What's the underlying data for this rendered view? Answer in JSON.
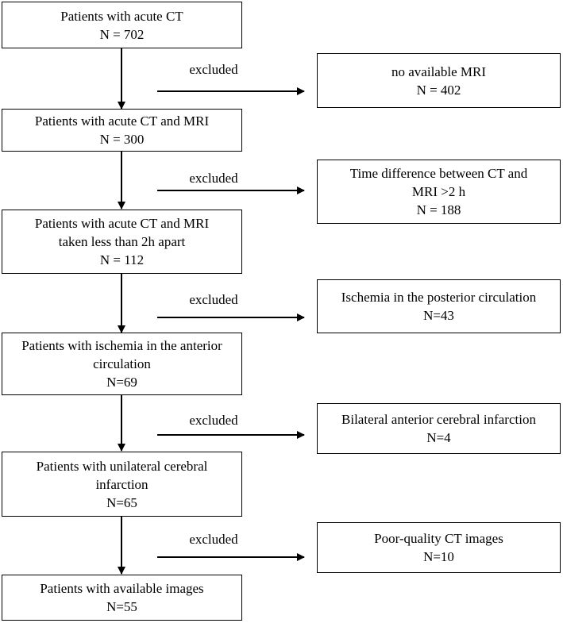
{
  "main_boxes": [
    {
      "lines": [
        "Patients with acute CT",
        "N = 702"
      ]
    },
    {
      "lines": [
        "Patients with acute CT and MRI",
        "N = 300"
      ]
    },
    {
      "lines": [
        "Patients with acute CT and MRI",
        "taken less than 2h apart",
        "N = 112"
      ]
    },
    {
      "lines": [
        "Patients with ischemia in the anterior",
        "circulation",
        "N=69"
      ]
    },
    {
      "lines": [
        "Patients with unilateral cerebral",
        "infarction",
        "N=65"
      ]
    },
    {
      "lines": [
        "Patients with available images",
        "N=55"
      ]
    }
  ],
  "exclusion_boxes": [
    {
      "lines": [
        "no available MRI",
        "N = 402"
      ]
    },
    {
      "lines": [
        "Time difference between CT and",
        "MRI >2 h",
        "N = 188"
      ]
    },
    {
      "lines": [
        "Ischemia in the posterior circulation",
        "N=43"
      ]
    },
    {
      "lines": [
        "Bilateral anterior cerebral infarction",
        "N=4"
      ]
    },
    {
      "lines": [
        "Poor-quality CT images",
        "N=10"
      ]
    }
  ],
  "exclusion_label": "excluded"
}
